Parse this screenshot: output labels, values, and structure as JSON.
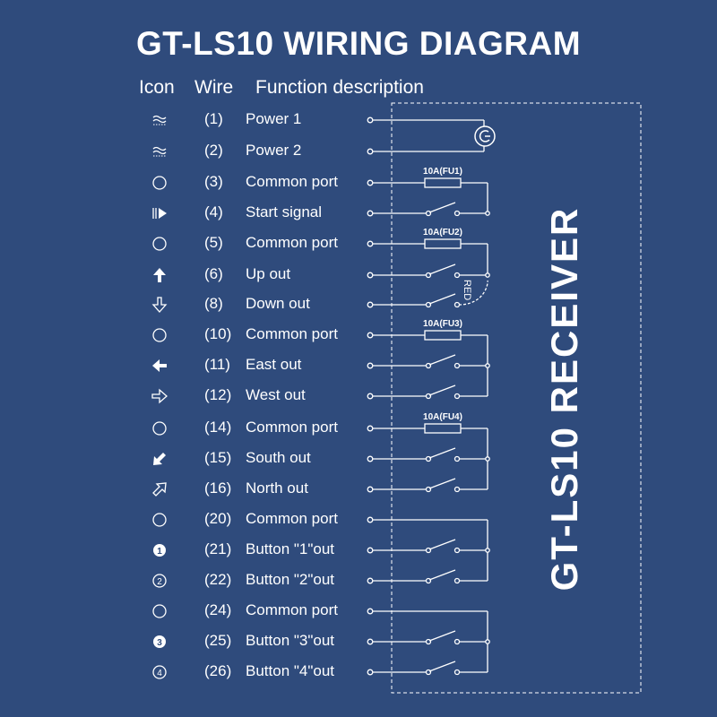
{
  "title": "GT-LS10 WIRING DIAGRAM",
  "headers": {
    "icon": "Icon",
    "wire": "Wire",
    "function": "Function description"
  },
  "rows": [
    {
      "icon": "ac-power-icon",
      "wire": "(1)",
      "function": "Power 1"
    },
    {
      "icon": "ac-power-icon",
      "wire": "(2)",
      "function": "Power 2"
    },
    {
      "icon": "circle-icon",
      "wire": "(3)",
      "function": "Common port"
    },
    {
      "icon": "start-icon",
      "wire": "(4)",
      "function": "Start signal"
    },
    {
      "icon": "circle-icon",
      "wire": "(5)",
      "function": "Common port"
    },
    {
      "icon": "up-arrow-icon",
      "wire": "(6)",
      "function": "Up out"
    },
    {
      "icon": "down-arrow-outline-icon",
      "wire": "(8)",
      "function": "Down out"
    },
    {
      "icon": "circle-icon",
      "wire": "(10)",
      "function": "Common port"
    },
    {
      "icon": "left-arrow-icon",
      "wire": "(11)",
      "function": "East out"
    },
    {
      "icon": "right-arrow-outline-icon",
      "wire": "(12)",
      "function": "West out"
    },
    {
      "icon": "circle-icon",
      "wire": "(14)",
      "function": "Common port"
    },
    {
      "icon": "down-left-arrow-icon",
      "wire": "(15)",
      "function": "South out"
    },
    {
      "icon": "up-right-arrow-outline-icon",
      "wire": "(16)",
      "function": "North out"
    },
    {
      "icon": "circle-icon",
      "wire": "(20)",
      "function": "Common port"
    },
    {
      "icon": "number-1-filled-icon",
      "wire": "(21)",
      "function": "Button \"1\"out"
    },
    {
      "icon": "number-2-outline-icon",
      "wire": "(22)",
      "function": "Button \"2\"out"
    },
    {
      "icon": "circle-icon",
      "wire": "(24)",
      "function": "Common port"
    },
    {
      "icon": "number-3-filled-icon",
      "wire": "(25)",
      "function": "Button \"3\"out"
    },
    {
      "icon": "number-4-outline-icon",
      "wire": "(26)",
      "function": "Button \"4\"out"
    }
  ],
  "fuses": [
    "10A(FU1)",
    "10A(FU2)",
    "10A(FU3)",
    "10A(FU4)"
  ],
  "red_label": "RED",
  "receiver_label": "GT-LS10 RECEIVER",
  "icon_digits": {
    "one": "1",
    "two": "2",
    "three": "3",
    "four": "4"
  }
}
